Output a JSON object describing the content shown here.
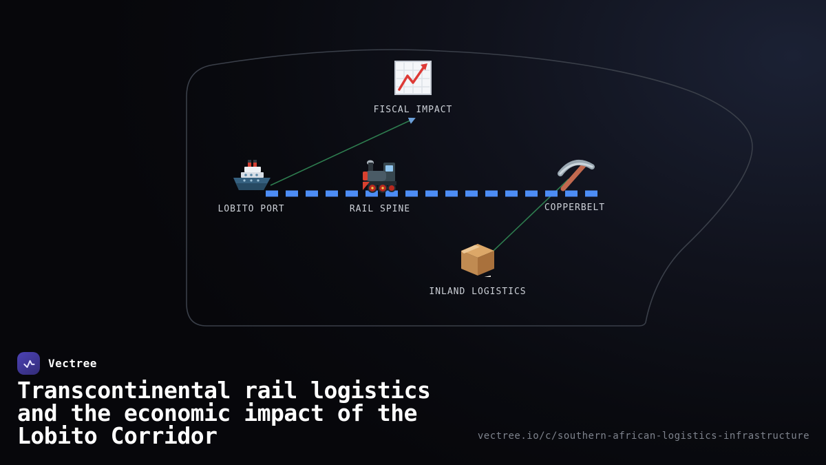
{
  "brand": {
    "name": "Vectree"
  },
  "title": {
    "lines": [
      "Transcontinental rail logistics",
      "and the economic impact of the",
      "Lobito Corridor"
    ]
  },
  "footer": {
    "url": "vectree.io/c/southern-african-logistics-infrastructure"
  },
  "diagram": {
    "nodes": [
      {
        "id": "fiscal-impact",
        "label": "FISCAL IMPACT",
        "icon": "chart-increasing-icon"
      },
      {
        "id": "lobito-port",
        "label": "LOBITO PORT",
        "icon": "ship-icon"
      },
      {
        "id": "rail-spine",
        "label": "RAIL SPINE",
        "icon": "locomotive-icon"
      },
      {
        "id": "copperbelt",
        "label": "COPPERBELT",
        "icon": "pickaxe-icon"
      },
      {
        "id": "inland-logistics",
        "label": "INLAND LOGISTICS",
        "icon": "package-icon"
      }
    ],
    "edges": [
      {
        "from": "lobito-port",
        "to": "copperbelt",
        "style": "dashed-corridor"
      },
      {
        "from": "lobito-port",
        "to": "fiscal-impact",
        "style": "flow-arrow"
      },
      {
        "from": "copperbelt",
        "to": "inland-logistics",
        "style": "flow-arrow"
      }
    ],
    "colors": {
      "corridor": "#4d8df5",
      "flow": "#2e7d4f",
      "arrow": "#6b9fd8",
      "outline": "#3a3f49"
    }
  }
}
